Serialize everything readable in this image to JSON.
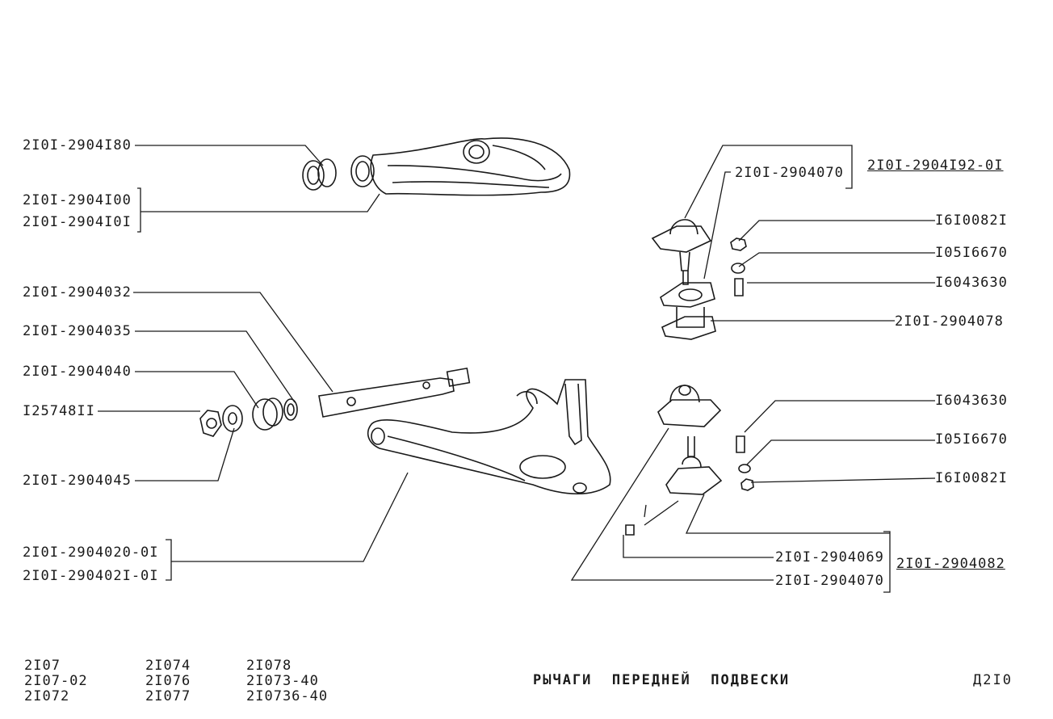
{
  "labels": {
    "upper_bushing": "2I0I-2904I80",
    "upper_arm_a": "2I0I-2904I00",
    "upper_arm_b": "2I0I-2904I0I",
    "axle": "2I0I-2904032",
    "washer": "2I0I-2904035",
    "bushing": "2I0I-2904040",
    "nut": "I25748II",
    "thrust_washer": "2I0I-2904045",
    "lower_arm_a": "2I0I-2904020-0I",
    "lower_arm_b": "2I0I-290402I-0I",
    "upper_ball_cover": "2I0I-2904070",
    "upper_ball_kit": "2I0I-2904I92-0I",
    "upper_nut": "I6I0082I",
    "upper_washer": "I05I6670",
    "upper_bolt": "I6043630",
    "upper_ball_joint": "2I0I-2904078",
    "lower_bolt": "I6043630",
    "lower_washer": "I05I6670",
    "lower_nut": "I6I0082I",
    "lower_pin": "2I0I-2904069",
    "lower_ball_kit": "2I0I-2904082",
    "lower_ball_cover": "2I0I-2904070"
  },
  "footer": {
    "models_col1": [
      "2I07",
      "2I07-02",
      "2I072"
    ],
    "models_col2": [
      "2I074",
      "2I076",
      "2I077"
    ],
    "models_col3": [
      "2I078",
      "2I073-40",
      "2I0736-40"
    ],
    "title": "РЫЧАГИ  ПЕРЕДНЕЙ  ПОДВЕСКИ",
    "page_code": "Д2I0"
  }
}
